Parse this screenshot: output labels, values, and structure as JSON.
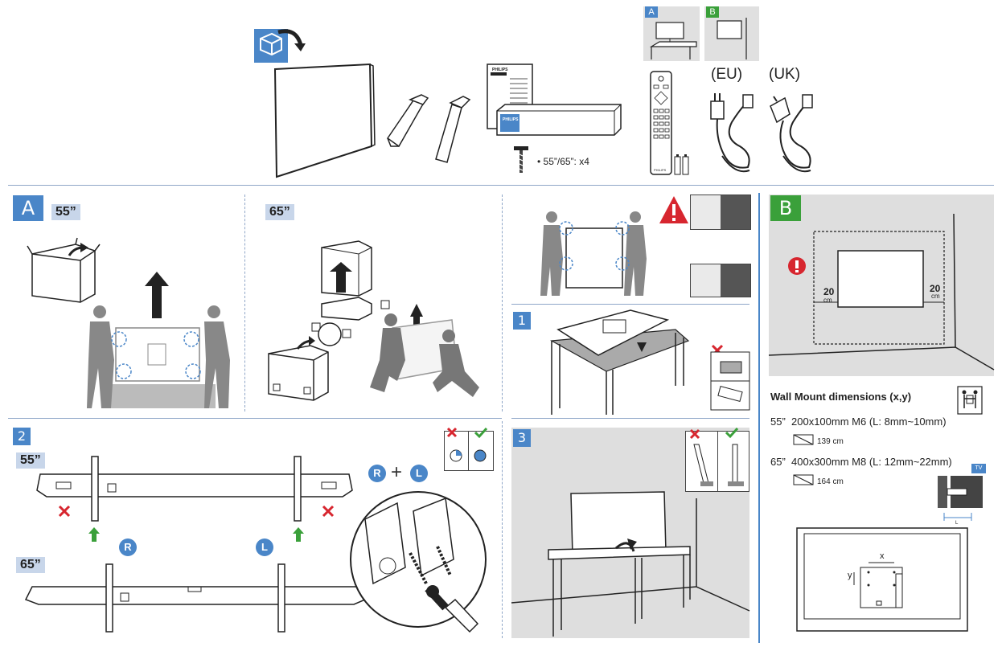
{
  "accessories": {
    "screw_note": "• 55”/65”: x4",
    "plug_eu": "(EU)",
    "plug_uk": "(UK)",
    "option_a": "A",
    "option_b": "B",
    "brand_booklet": "PHILIPS",
    "brand_box": "PHILIPS",
    "brand_remote": "PHILIPS"
  },
  "section_a": {
    "badge": "A",
    "size_55": "55”",
    "size_65": "65”"
  },
  "steps": {
    "step1": "1",
    "step2": "2",
    "step3": "3"
  },
  "step2": {
    "size_55": "55”",
    "size_65": "65”",
    "r_label_top": "R",
    "plus": "+",
    "l_label_top": "L",
    "r_label": "R",
    "l_label": "L"
  },
  "section_b": {
    "badge": "B",
    "gap_left_value": "20",
    "gap_left_unit": "cm",
    "gap_right_value": "20",
    "gap_right_unit": "cm",
    "title": "Wall Mount dimensions (x,y)",
    "rows": [
      {
        "size": "55”",
        "spec": "200x100mm M6 (L: 8mm~10mm)",
        "diag": "139 cm"
      },
      {
        "size": "65”",
        "spec": "400x300mm M8 (L: 12mm~22mm)",
        "diag": "164 cm"
      }
    ],
    "tv_tag": "TV",
    "l_label": "L",
    "x_label": "x",
    "y_label": "y"
  },
  "colors": {
    "accent": "#4a86c8",
    "warning": "#d7262f",
    "ok": "#3aa03a",
    "panel_grey": "#dedede"
  }
}
